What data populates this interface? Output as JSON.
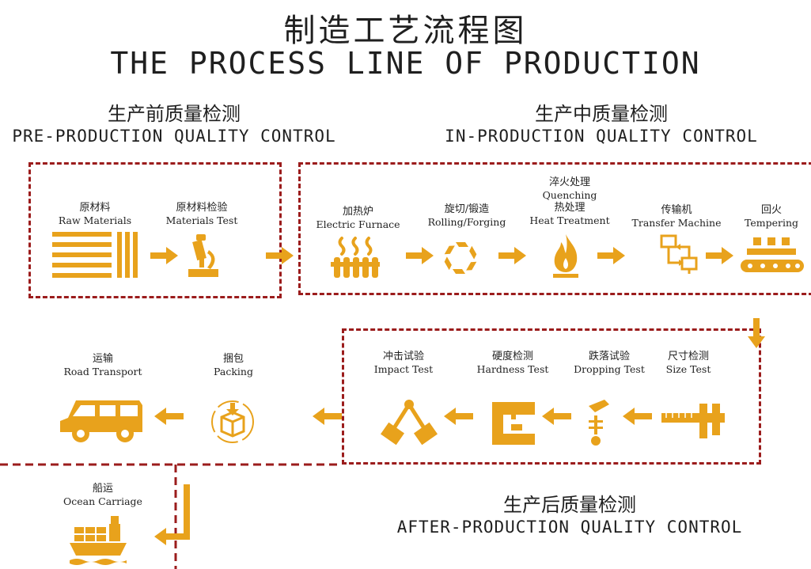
{
  "title": {
    "cn": "制造工艺流程图",
    "en": "THE PROCESS LINE OF PRODUCTION"
  },
  "sections": {
    "pre": {
      "cn": "生产前质量检测",
      "en": "PRE-PRODUCTION QUALITY CONTROL"
    },
    "in": {
      "cn": "生产中质量检测",
      "en": "IN-PRODUCTION QUALITY CONTROL"
    },
    "after": {
      "cn": "生产后质量检测",
      "en": "AFTER-PRODUCTION QUALITY CONTROL"
    }
  },
  "steps": {
    "raw_materials": {
      "cn": "原材料",
      "en": "Raw Materials",
      "icon": "raw-materials-icon"
    },
    "materials_test": {
      "cn": "原材料检验",
      "en": "Materials Test",
      "icon": "microscope-icon"
    },
    "furnace": {
      "cn": "加热炉",
      "en": "Electric Furnace",
      "icon": "heater-icon"
    },
    "rolling": {
      "cn": "旋切/锻造",
      "en": "Rolling/Forging",
      "icon": "cycle-icon"
    },
    "quenching": {
      "cn": "淬火处理",
      "en": "Quenching",
      "cn2": "热处理",
      "en2": "Heat Treatment",
      "icon": "flame-icon"
    },
    "transfer": {
      "cn": "传输机",
      "en": "Transfer Machine",
      "icon": "transfer-icon"
    },
    "tempering": {
      "cn": "回火",
      "en": "Tempering",
      "icon": "conveyor-icon"
    },
    "size_test": {
      "cn": "尺寸检测",
      "en": "Size Test",
      "icon": "caliper-icon"
    },
    "dropping_test": {
      "cn": "跌落试验",
      "en": "Dropping Test",
      "icon": "drop-hammer-icon"
    },
    "hardness_test": {
      "cn": "硬度检测",
      "en": "Hardness Test",
      "icon": "hardness-tester-icon"
    },
    "impact_test": {
      "cn": "冲击试验",
      "en": "Impact Test",
      "icon": "pendulum-icon"
    },
    "packing": {
      "cn": "捆包",
      "en": "Packing",
      "icon": "box-icon"
    },
    "road_transport": {
      "cn": "运输",
      "en": "Road Transport",
      "icon": "truck-icon"
    },
    "ocean_carriage": {
      "cn": "船运",
      "en": "Ocean Carriage",
      "icon": "ship-icon"
    }
  },
  "colors": {
    "accent": "#e8a21c",
    "border": "#9b1c1c",
    "text": "#222222"
  }
}
